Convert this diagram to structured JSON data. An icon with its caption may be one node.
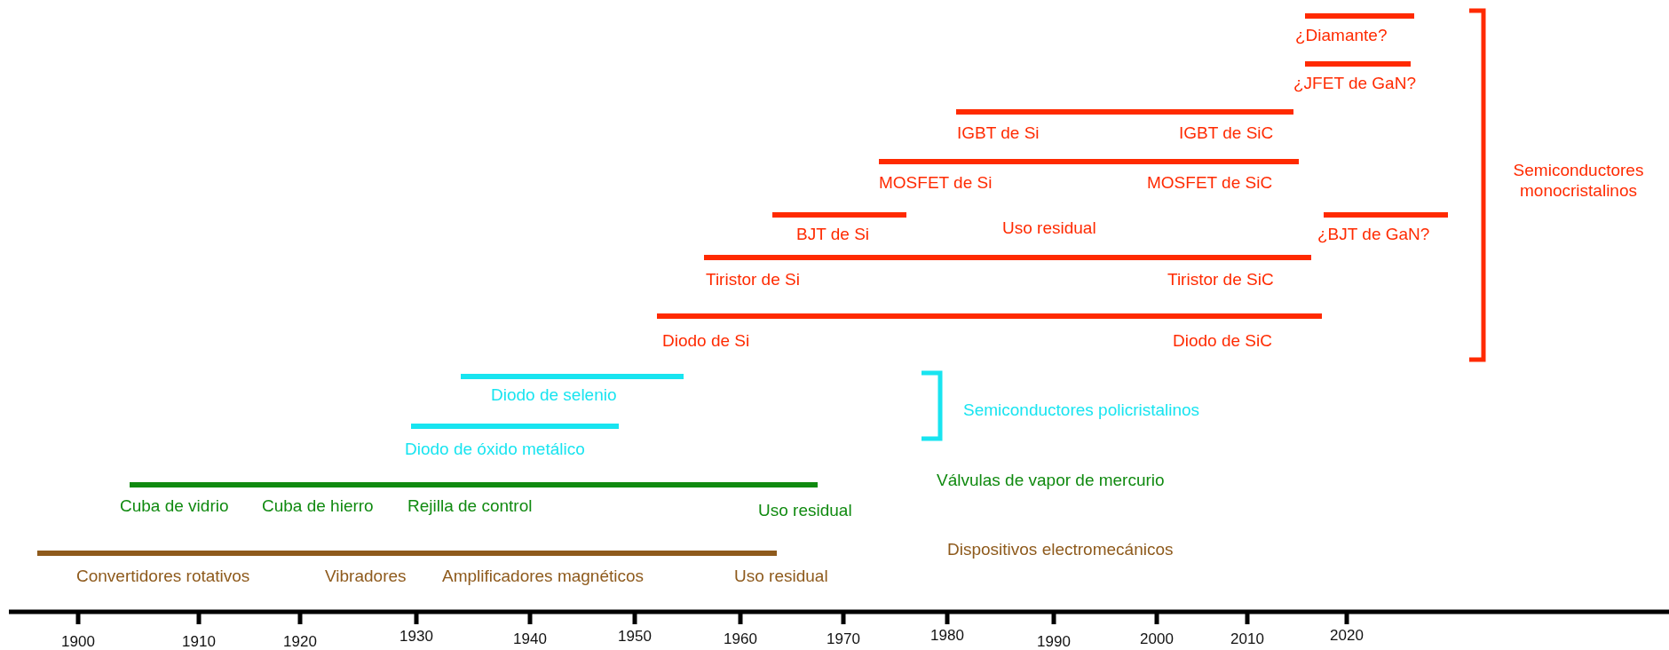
{
  "diagram": {
    "labels": [
      "¿Diamante?",
      "¿JFET de GaN?",
      "IGBT de Si",
      "IGBT de SiC",
      "Semiconductores monocristalinos",
      "MOSFET de Si",
      "MOSFET de SiC",
      "BJT de Si",
      "Uso residual",
      "¿BJT de GaN?",
      "Tiristor de Si",
      "Tiristor de SiC",
      "Diodo de Si",
      "Diodo de SiC",
      "Diodo de selenio",
      "Semiconductores policristalinos",
      "Diodo de óxido metálico",
      "Válvulas de vapor de mercurio",
      "Cuba de vidrio",
      "Cuba de hierro",
      "Rejilla de control",
      "Uso residual",
      "Dispositivos electromecánicos",
      "Convertidores rotativos",
      "Vibradores",
      "Amplificadores magnéticos",
      "Uso residual",
      "1900",
      "1910",
      "1920",
      "1930",
      "1940",
      "1950",
      "1960",
      "1970",
      "1980",
      "1990",
      "2000",
      "2010",
      "2020"
    ]
  }
}
